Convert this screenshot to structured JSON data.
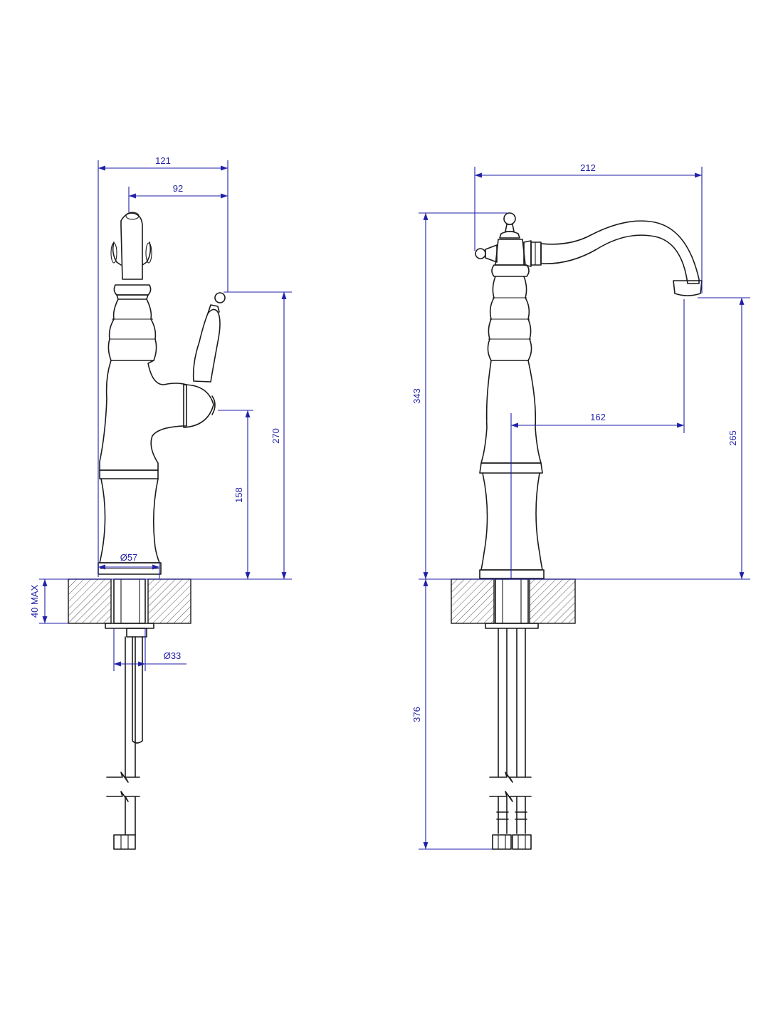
{
  "colors": {
    "dimension": "#1f1fa8",
    "outline": "#1a1a1a",
    "background": "#ffffff"
  },
  "side_view": {
    "dim_overall_width": "121",
    "dim_handle_offset": "92",
    "dim_total_height": "270",
    "dim_handle_height": "158",
    "dim_base_diameter": "Ø57",
    "dim_max_deck_thickness": "40 MAX",
    "dim_hole_diameter": "Ø33"
  },
  "front_view": {
    "dim_spout_reach": "212",
    "dim_overall_height": "343",
    "dim_spout_projection": "162",
    "dim_spout_height": "265",
    "dim_hose_length": "376"
  }
}
